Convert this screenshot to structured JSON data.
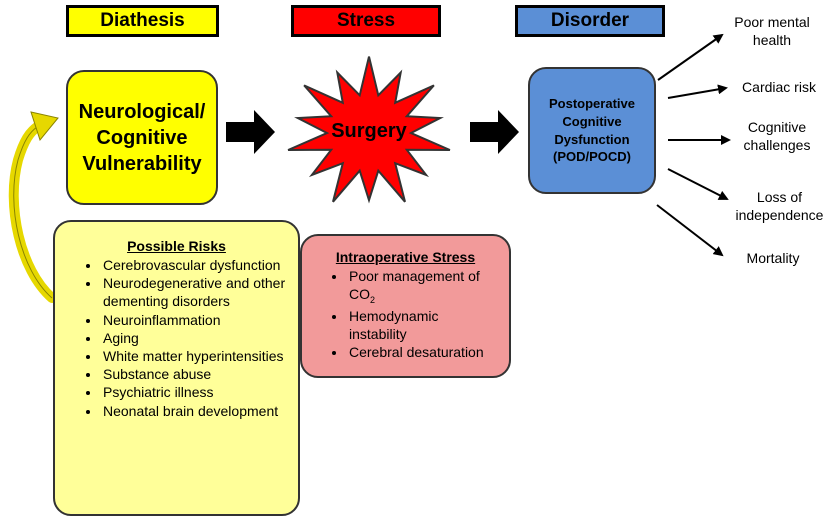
{
  "headers": {
    "diathesis": "Diathesis",
    "stress": "Stress",
    "disorder": "Disorder"
  },
  "colors": {
    "diathesis": "#ffff00",
    "stress": "#ff0000",
    "disorder": "#5b8fd6",
    "risks_panel": "#ffff99",
    "stress_panel": "#f29a9a"
  },
  "vulnerability": {
    "line1": "Neurological/",
    "line2": "Cognitive",
    "line3": "Vulnerability"
  },
  "surgery": "Surgery",
  "pocd": {
    "line1": "Postoperative",
    "line2": "Cognitive",
    "line3": "Dysfunction",
    "line4": "(POD/POCD)"
  },
  "risks": {
    "title": "Possible Risks",
    "items": [
      "Cerebrovascular dysfunction",
      "Neurodegenerative and other dementing disorders",
      "Neuroinflammation",
      "Aging",
      "White matter hyperintensities",
      "Substance abuse",
      "Psychiatric illness",
      "Neonatal brain development"
    ]
  },
  "intraoperative": {
    "title": "Intraoperative Stress",
    "item1_text": "Poor management of CO",
    "item1_sub": "2",
    "item2": "Hemodynamic instability",
    "item3": "Cerebral desaturation"
  },
  "outcomes": {
    "o1": "Poor mental health",
    "o2": "Cardiac risk",
    "o3": "Cognitive challenges",
    "o4": "Loss of independence",
    "o5": "Mortality"
  }
}
